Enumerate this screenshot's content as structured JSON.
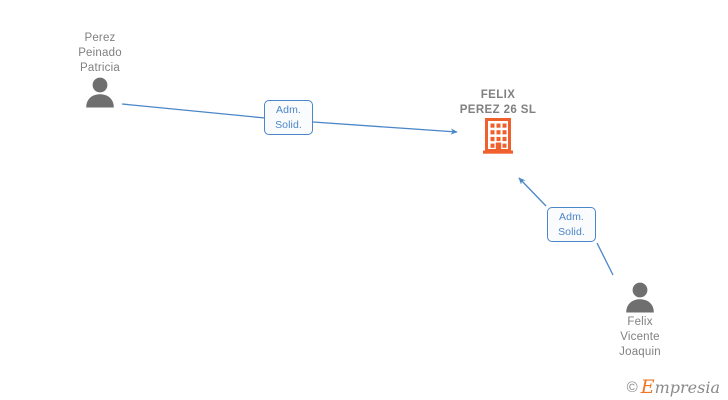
{
  "graph": {
    "nodes": [
      {
        "id": "person-1",
        "type": "person",
        "icon": "person-icon",
        "label": "Perez\nPeinado\nPatricia",
        "color": "#808080"
      },
      {
        "id": "company",
        "type": "company",
        "icon": "building-icon",
        "label": "FELIX\nPEREZ 26  SL",
        "color": "#ef5b25"
      },
      {
        "id": "person-2",
        "type": "person",
        "icon": "person-icon",
        "label": "Felix\nVicente\nJoaquin",
        "color": "#808080"
      }
    ],
    "edges": [
      {
        "id": "edge-1",
        "from": "person-1",
        "to": "company",
        "label_line1": "Adm.",
        "label_line2": "Solid.",
        "color": "#4a86c8"
      },
      {
        "id": "edge-2",
        "from": "person-2",
        "to": "company",
        "label_line1": "Adm.",
        "label_line2": "Solid.",
        "color": "#4a86c8"
      }
    ]
  },
  "watermark": {
    "copyright": "©",
    "brand_initial": "E",
    "brand_rest": "mpresia",
    "accent_color": "#ef7622"
  }
}
